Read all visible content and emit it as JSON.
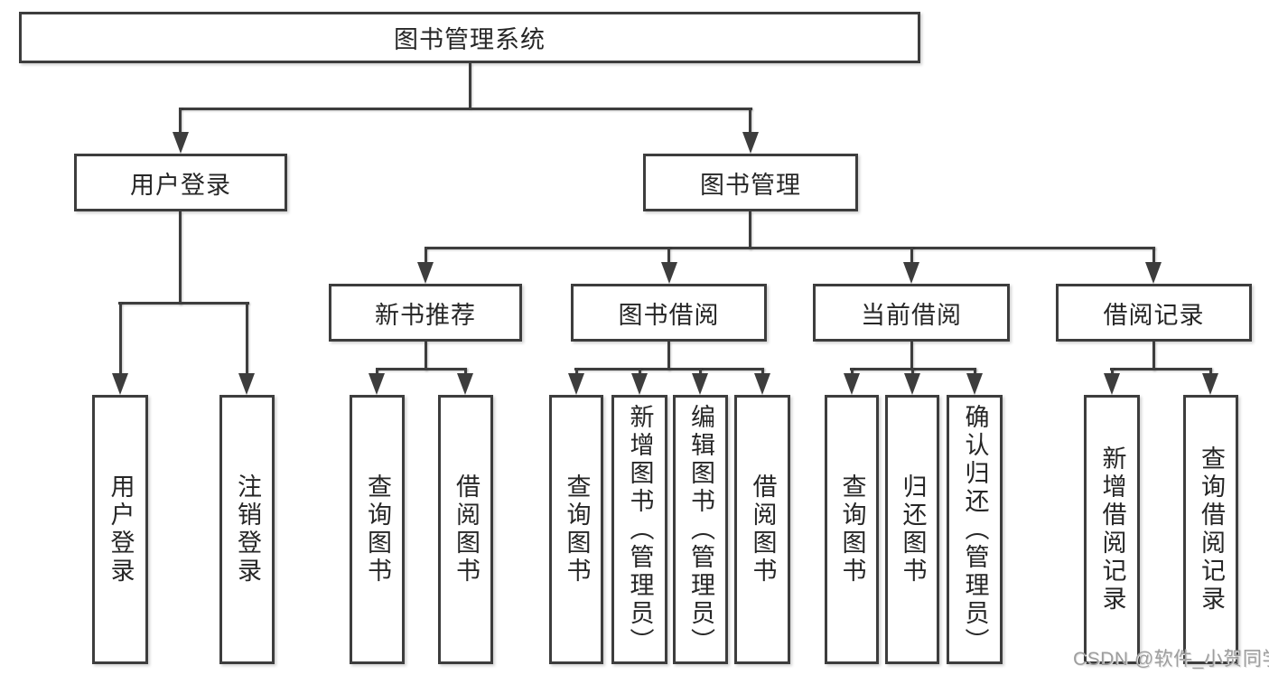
{
  "title": "图书管理系统",
  "level2": {
    "user_login": "用户登录",
    "book_mgmt": "图书管理"
  },
  "level3": {
    "new_books": "新书推荐",
    "borrow": "图书借阅",
    "current": "当前借阅",
    "records": "借阅记录"
  },
  "leaves": {
    "user_login": [
      "用户登录",
      "注销登录"
    ],
    "new_books": [
      "查询图书",
      "借阅图书"
    ],
    "borrow": [
      "查询图书",
      "新增图书（管理员）",
      "编辑图书（管理员）",
      "借阅图书"
    ],
    "current": [
      "查询图书",
      "归还图书",
      "确认归还（管理员）"
    ],
    "records": [
      "新增借阅记录",
      "查询借阅记录"
    ]
  },
  "watermark": "CSDN @软件_小贺同学",
  "colors": {
    "line": "#3d3d3d",
    "text": "#262626",
    "background": "#ffffff",
    "watermark": "#9e9e9e"
  }
}
